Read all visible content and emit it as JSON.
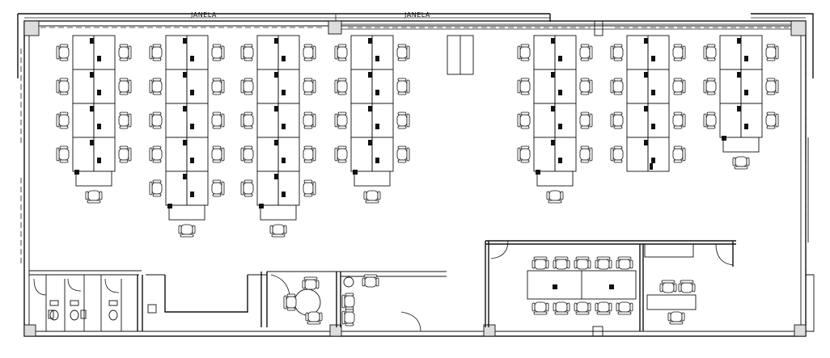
{
  "labels": {
    "window_1": "JANELA",
    "window_2": "JANELA"
  },
  "legend": {
    "workstation_icon": "workstation-desk-icon",
    "chair_icon": "office-chair-icon",
    "column_icon": "structural-column-icon",
    "door_icon": "door-swing-icon",
    "toilet_icon": "toilet-icon"
  },
  "colors": {
    "line": "#111111",
    "background": "#ffffff",
    "column_fill": "#dddddd"
  },
  "workstation_clusters": [
    {
      "id": "cluster-1",
      "rows": 4,
      "seats_per_side": 1,
      "end_desk": true
    },
    {
      "id": "cluster-2",
      "rows": 5,
      "seats_per_side": 1,
      "end_desk": true
    },
    {
      "id": "cluster-3",
      "rows": 5,
      "seats_per_side": 1,
      "end_desk": true
    },
    {
      "id": "cluster-4",
      "rows": 4,
      "seats_per_side": 1,
      "end_desk": true
    },
    {
      "id": "cluster-5",
      "rows": 4,
      "seats_per_side": 1,
      "end_desk": true
    },
    {
      "id": "cluster-6",
      "rows": 4,
      "seats_per_side": 1,
      "end_desk": false
    },
    {
      "id": "cluster-7",
      "rows": 3,
      "seats_per_side": 1,
      "end_desk": true
    }
  ],
  "meeting_room": {
    "chairs_per_side": 5
  }
}
